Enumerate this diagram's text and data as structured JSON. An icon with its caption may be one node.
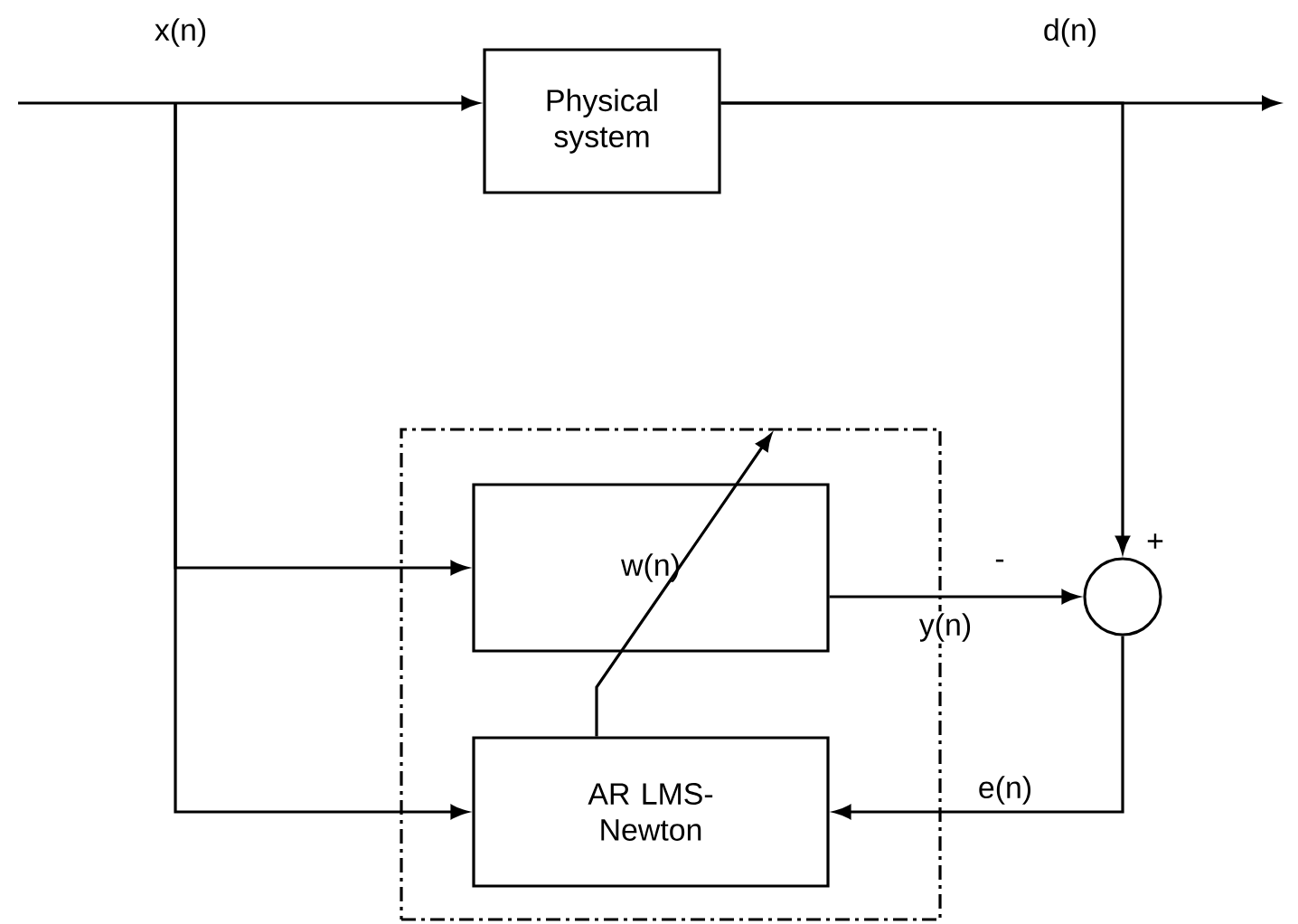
{
  "diagram": {
    "nodes": [
      {
        "text": [
          "Physical system"
        ]
      },
      {
        "text": [],
        "shape": "box"
      },
      {
        "text": [
          "w(n)"
        ],
        "in": 1
      },
      {
        "text": [
          "AR LMS-Newton"
        ],
        "in": 1
      },
      {
        "text": [],
        "shape": "circle"
      }
    ],
    "edges": [
      {
        "from": null,
        "to": 0,
        "arrow": "to",
        "label": "x(n)"
      },
      {
        "from": null,
        "to": 2,
        "arrow": "to"
      },
      {
        "from": null,
        "to": 3,
        "arrow": "to"
      },
      {
        "from": 0,
        "to": null,
        "arrow": "to",
        "label": "d(n)"
      },
      {
        "from": 0,
        "to": 4,
        "arrow": "to"
      },
      {
        "from": 2,
        "to": 4,
        "arrow": "to",
        "label": "y(n)"
      },
      {
        "from": 4,
        "to": 3,
        "arrow": "to",
        "label": "e(n)"
      },
      {
        "from": 3,
        "to": null,
        "arrow": "to"
      }
    ],
    "labels": [
      "+",
      "-"
    ]
  }
}
